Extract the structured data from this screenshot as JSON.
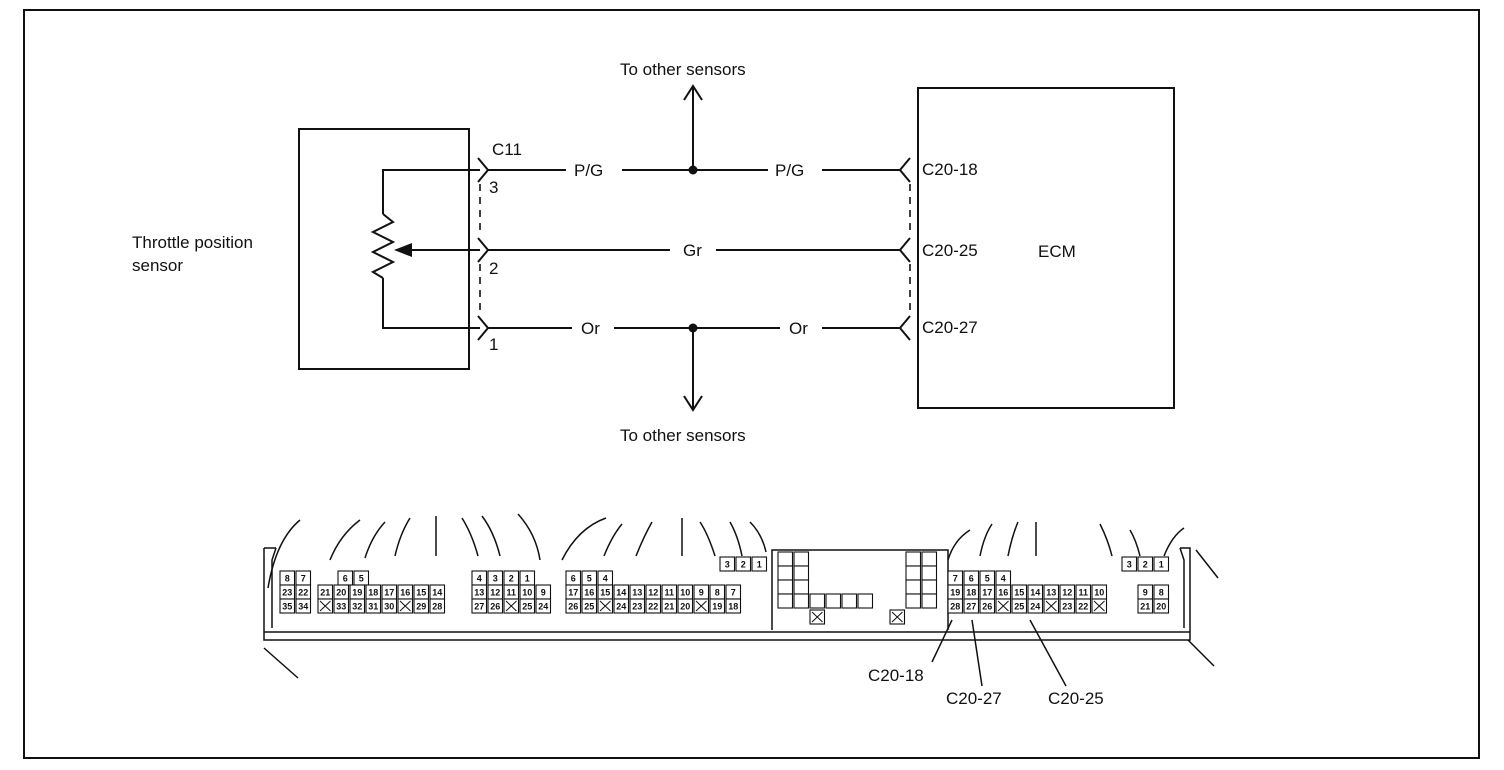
{
  "labels": {
    "to_other_top": "To other sensors",
    "to_other_bottom": "To other sensors",
    "sensor_line1": "Throttle position",
    "sensor_line2": "sensor",
    "ecm": "ECM",
    "connector": "C11",
    "pin3": "3",
    "pin2": "2",
    "pin1": "1",
    "wire_pg_left": "P/G",
    "wire_pg_right": "P/G",
    "wire_gr": "Gr",
    "wire_or_left": "Or",
    "wire_or_right": "Or",
    "ecm_18": "C20-18",
    "ecm_25": "C20-25",
    "ecm_27": "C20-27",
    "callout_18": "C20-18",
    "callout_27": "C20-27",
    "callout_25": "C20-25"
  },
  "connector_pins": {
    "b1_row1": [
      "8",
      "7"
    ],
    "b1_row2": [
      "23",
      "22"
    ],
    "b1_row3": [
      "35",
      "34"
    ],
    "b2_row1": [
      "6",
      "5"
    ],
    "b2_row2": [
      "21",
      "20",
      "19",
      "18",
      "17",
      "16",
      "15",
      "14"
    ],
    "b2_row3": [
      "33",
      "32",
      "31",
      "30",
      "29",
      "28"
    ],
    "b3_row1": [
      "4",
      "3",
      "2",
      "1"
    ],
    "b3_row2": [
      "13",
      "12",
      "11",
      "10",
      "9"
    ],
    "b3_row3": [
      "27",
      "26",
      "25",
      "24"
    ],
    "b4_row1": [
      "6",
      "5",
      "4"
    ],
    "b4_row2": [
      "17",
      "16",
      "15",
      "14",
      "13",
      "12",
      "11",
      "10",
      "9",
      "8",
      "7"
    ],
    "b4_row3": [
      "26",
      "25",
      "24",
      "23",
      "22",
      "21",
      "20",
      "19",
      "18"
    ],
    "b4_top": [
      "3",
      "2",
      "1"
    ],
    "b5_row1": [
      "7",
      "6",
      "5",
      "4"
    ],
    "b5_row2": [
      "19",
      "18",
      "17",
      "16",
      "15",
      "14",
      "13",
      "12",
      "11",
      "10"
    ],
    "b5_row3": [
      "28",
      "27",
      "26",
      "25",
      "24",
      "23",
      "22"
    ],
    "b6_row1": [
      "3",
      "2",
      "1"
    ],
    "b6_row2": [
      "9",
      "8"
    ],
    "b6_row3": [
      "21",
      "20"
    ]
  }
}
